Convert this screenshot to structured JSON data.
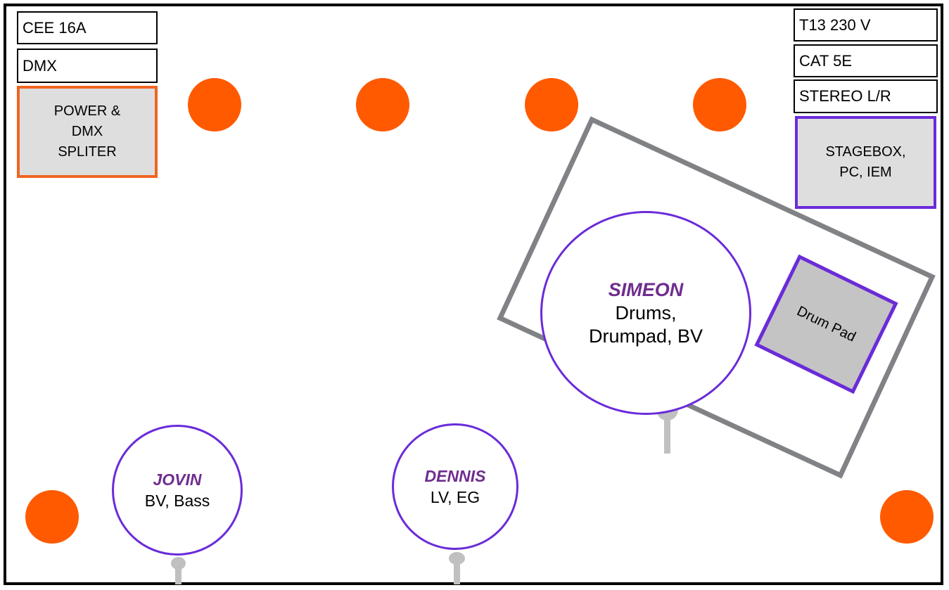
{
  "left_panel": {
    "power_label": "CEE 16A",
    "dmx_label": "DMX",
    "splitter_label": "POWER &\nDMX\nSPLITER"
  },
  "right_panel": {
    "power_label": "T13 230 V",
    "network_label": "CAT 5E",
    "audio_label": "STEREO L/R",
    "stagebox_label": "STAGEBOX,\nPC, IEM"
  },
  "drum_riser": {
    "pad_label": "Drum Pad"
  },
  "musicians": [
    {
      "name": "SIMEON",
      "role_line1": "Drums,",
      "role_line2": "Drumpad, BV"
    },
    {
      "name": "JOVIN",
      "role_line1": "BV, Bass"
    },
    {
      "name": "DENNIS",
      "role_line1": "LV, EG"
    }
  ],
  "colors": {
    "light_fixture": "#ff5a00",
    "musician_outline": "#6a2bd9",
    "musician_name": "#6f2d8f",
    "splitter_border": "#f06522",
    "riser_outline": "#808285",
    "mic_stand": "#c0c0c0"
  }
}
